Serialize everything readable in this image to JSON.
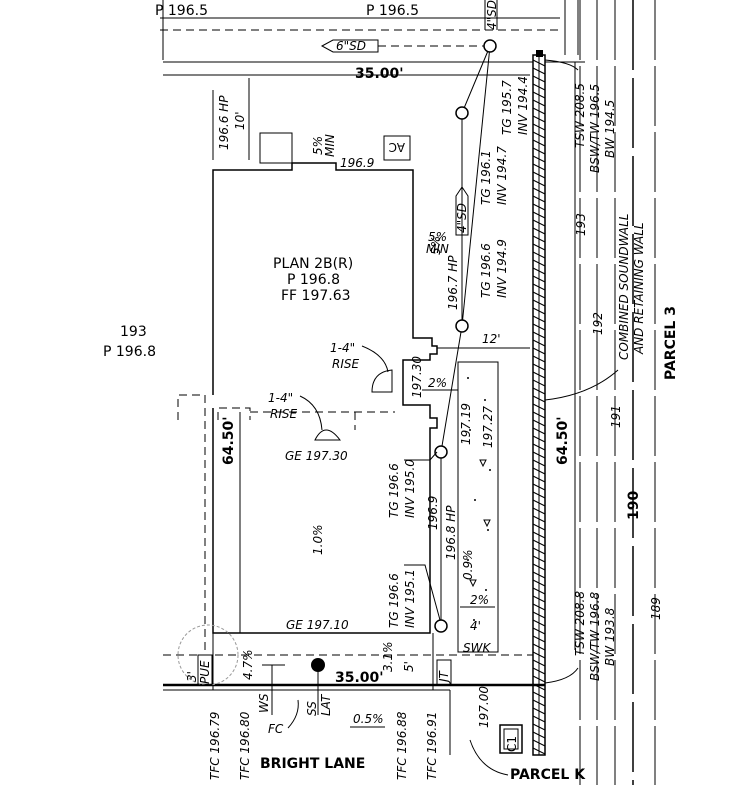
{
  "lot": {
    "plan": "PLAN 2B(R)",
    "pad": "P 196.8",
    "ff": "FF 197.63",
    "lot_number": "193",
    "lot_pad": "P 196.8",
    "marker": "AC"
  },
  "top": {
    "p_left": "P 196.5",
    "p_right": "P 196.5",
    "sd_pipe": "6\"SD",
    "dim_35_top": "35.00'",
    "sd_vertical": "4\"SD"
  },
  "labels": {
    "hp_top": "196.6 HP",
    "ten": "10'",
    "slope5_top": "5%",
    "min_top": "MIN",
    "spot_1969": "196.9",
    "slope5_right": "5%",
    "min_right": "MIN",
    "sd_right": "4\"SD",
    "hp_1967": "196.7 HP",
    "twelve": "12'",
    "rise1": "1-4\"",
    "rise1b": "RISE",
    "rise2": "1-4\"",
    "rise2b": "RISE",
    "step_19730": "197.30",
    "slope2_a": "2%",
    "dim_6450_left": "64.50'",
    "ge_top": "GE 197.30",
    "slope_1": "1.0%",
    "v_19719": "197.19",
    "v_19727": "197.27",
    "v_1969b": "196.9",
    "hp_1968": "196.8 HP",
    "slope_09": "0.9%",
    "slope2_b": "2%",
    "four": "4'",
    "swk": "SWK",
    "ge_bottom": "GE 197.10",
    "dim_6450_right": "64.50'",
    "dim_35_bottom": "35.00'",
    "slope31": "3.1%",
    "five": "5'",
    "jt": "JT",
    "three": "3'",
    "pue": "PUE",
    "slope47": "4.7%",
    "ws": "WS",
    "ss": "SS",
    "lat": "LAT",
    "fc": "FC",
    "slope05": "0.5%",
    "v_19700": "197.00",
    "c1": "C1"
  },
  "drains": {
    "tg1957": "TG 195.7",
    "inv1944": "INV 194.4",
    "tg1961": "TG 196.1",
    "inv1947": "INV 194.7",
    "tg1966a": "TG 196.6",
    "inv1949": "INV 194.9",
    "tg1966b": "TG 196.6",
    "inv1950": "INV 195.0",
    "tg1966c": "TG 196.6",
    "inv1951": "INV 195.1"
  },
  "wall": {
    "tsw_top": "TSW 208.5",
    "bsw_top": "BSW/TW 196.5",
    "bw_top": "BW 194.5",
    "combined1": "COMBINED SOUNDWALL",
    "combined2": "AND RETAINING WALL",
    "tsw_bot": "TSW 208.8",
    "bsw_bot": "BSW/TW 196.8",
    "bw_bot": "BW 193.8"
  },
  "contours": {
    "c193": "193",
    "c192": "192",
    "c191": "191",
    "c190": "190",
    "c189": "189"
  },
  "bottom": {
    "tfc1": "TFC 196.79",
    "tfc2": "TFC 196.80",
    "street": "BRIGHT LANE",
    "tfc3": "TFC 196.88",
    "tfc4": "TFC 196.91",
    "parcel_k": "PARCEL K"
  },
  "parcel3": "PARCEL 3"
}
